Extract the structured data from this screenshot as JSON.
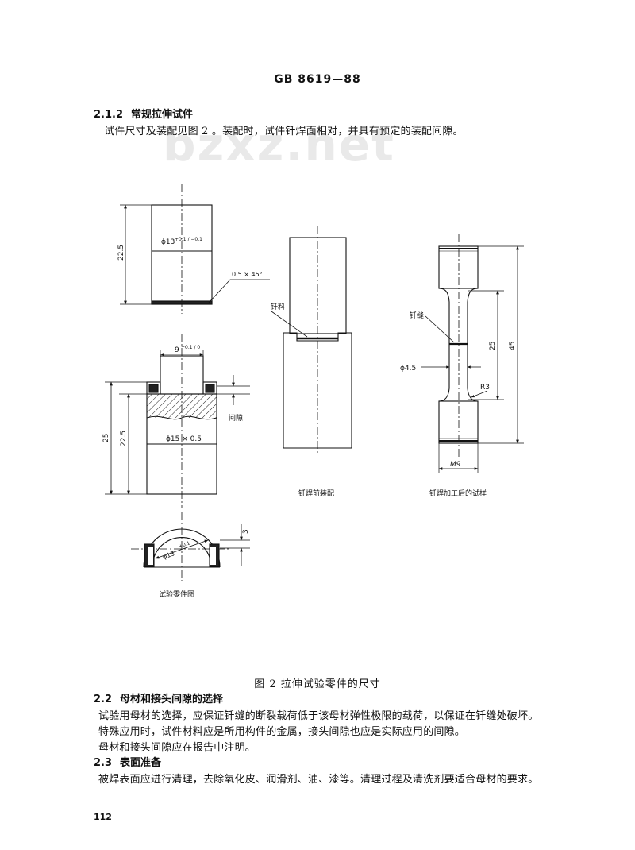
{
  "header": {
    "standard": "GB 8619—88"
  },
  "section_2_1_2": {
    "number": "2.1.2",
    "title": "常规拉伸试件",
    "text": "试件尺寸及装配见图 2 。装配时，试件钎焊面相对，并具有预定的装配间隙。"
  },
  "watermark": "bzxz.net",
  "figure": {
    "caption": "图 2    拉伸试验零件的尺寸",
    "parts_label": "试验零件图",
    "before_label": "钎焊前装配",
    "after_label": "钎焊加工后的试样",
    "labels": {
      "d13": "ϕ13",
      "d13_tol": "+0.1 / −0.1",
      "chamfer": "0.5 × 45°",
      "dim_22_5_top": "22.5",
      "d9": "9",
      "d9_tol": "+0.1 / 0",
      "d15": "ϕ15 × 0.5",
      "dim_25_left": "25",
      "dim_22_5_bottom": "22.5",
      "gap": "间隙",
      "solder": "钎料",
      "seam": "钎缝",
      "d4_5": "ϕ4.5",
      "dim_25_right": "25",
      "dim_45": "45",
      "r3": "R3",
      "m9": "M9",
      "dim_3": "3",
      "d13_b": "ϕ13",
      "d13_b_tol": "+0.1"
    }
  },
  "section_2_2": {
    "number": "2.2",
    "title": "母材和接头间隙的选择",
    "lines": [
      "试验用母材的选择，应保证钎缝的断裂载荷低于该母材弹性极限的载荷，以保证在钎缝处破坏。",
      "特殊应用时，试件材料应是所用构件的金属，接头间隙也应是实际应用的间隙。",
      "母材和接头间隙应在报告中注明。"
    ]
  },
  "section_2_3": {
    "number": "2.3",
    "title": "表面准备",
    "lines": [
      "被焊表面应进行清理，去除氧化皮、润滑剂、油、漆等。清理过程及清洗剂要适合母材的要求。"
    ]
  },
  "footer": {
    "page_number": "112"
  }
}
